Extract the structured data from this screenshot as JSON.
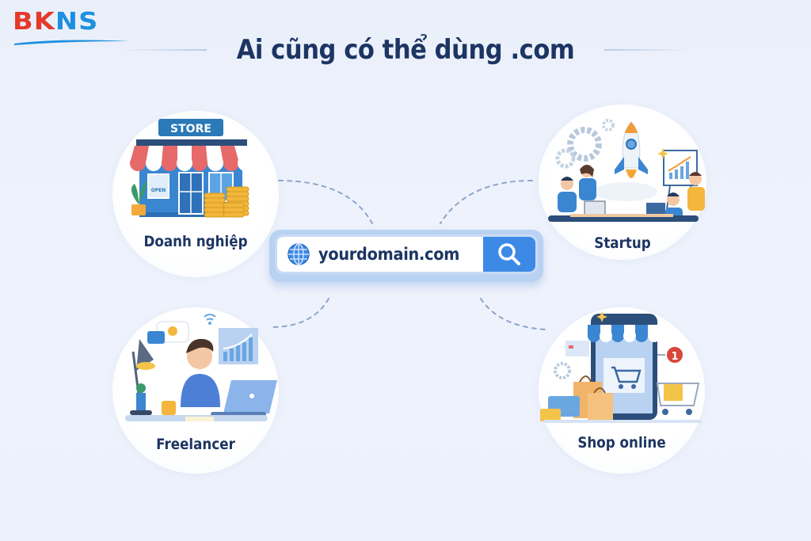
{
  "brand": {
    "logo_part1": "BK",
    "logo_part2": "NS",
    "red": "#e5392a",
    "blue": "#1e8fe0"
  },
  "header": {
    "title": "Ai cũng có thể dùng .com"
  },
  "search": {
    "value": "yourdomain.com",
    "icon_left": "globe-icon",
    "icon_button": "search-icon",
    "button_color": "#3d8ae6"
  },
  "categories": [
    {
      "label": "Doanh nghiệp",
      "illustration": "store-icon",
      "sign": "STORE",
      "badge": "OPEN"
    },
    {
      "label": "Startup",
      "illustration": "rocket-team-icon"
    },
    {
      "label": "Freelancer",
      "illustration": "laptop-worker-icon"
    },
    {
      "label": "Shop online",
      "illustration": "mobile-shop-icon",
      "notification": "1"
    }
  ],
  "colors": {
    "background": "#ecf1fb",
    "title_text": "#1c3563",
    "connector": "#8ea5c8"
  }
}
